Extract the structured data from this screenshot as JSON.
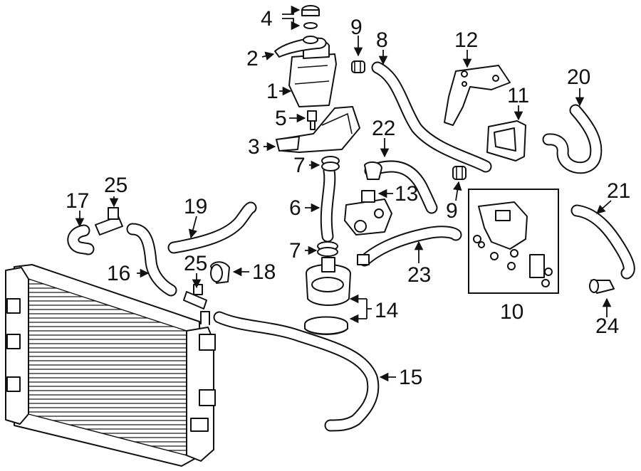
{
  "diagram": {
    "callouts": [
      {
        "id": "c4",
        "text": "4"
      },
      {
        "id": "c9a",
        "text": "9"
      },
      {
        "id": "c8",
        "text": "8"
      },
      {
        "id": "c12",
        "text": "12"
      },
      {
        "id": "c2",
        "text": "2"
      },
      {
        "id": "c20",
        "text": "20"
      },
      {
        "id": "c1",
        "text": "1"
      },
      {
        "id": "c11",
        "text": "11"
      },
      {
        "id": "c5",
        "text": "5"
      },
      {
        "id": "c22",
        "text": "22"
      },
      {
        "id": "c3",
        "text": "3"
      },
      {
        "id": "c7a",
        "text": "7"
      },
      {
        "id": "c25a",
        "text": "25"
      },
      {
        "id": "c21",
        "text": "21"
      },
      {
        "id": "c17",
        "text": "17"
      },
      {
        "id": "c19",
        "text": "19"
      },
      {
        "id": "c13",
        "text": "13"
      },
      {
        "id": "c6",
        "text": "6"
      },
      {
        "id": "c9b",
        "text": "9"
      },
      {
        "id": "c7b",
        "text": "7"
      },
      {
        "id": "c25b",
        "text": "25"
      },
      {
        "id": "c18",
        "text": "18"
      },
      {
        "id": "c16",
        "text": "16"
      },
      {
        "id": "c23",
        "text": "23"
      },
      {
        "id": "c14",
        "text": "14"
      },
      {
        "id": "c10",
        "text": "10"
      },
      {
        "id": "c24",
        "text": "24"
      },
      {
        "id": "c15",
        "text": "15"
      }
    ]
  }
}
